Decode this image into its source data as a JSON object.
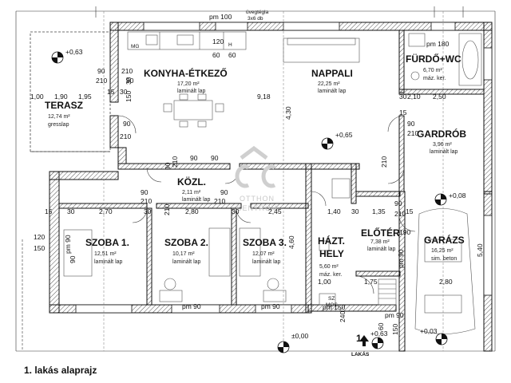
{
  "caption": "1. lakás alaprajz",
  "rooms": {
    "konyha": {
      "name": "KONYHA-ÉTKEZŐ",
      "area": "17,20 m²",
      "material": "laminált lap"
    },
    "nappali": {
      "name": "NAPPALI",
      "area": "22,25 m²",
      "material": "laminált lap"
    },
    "furdo": {
      "name": "FÜRDŐ+WC",
      "area": "6,70 m²",
      "material": "máz. ker."
    },
    "terasz": {
      "name": "TERASZ",
      "area": "12,74 m²",
      "material": "gresslap"
    },
    "gardrob": {
      "name": "GARDRÓB",
      "area": "3,96 m²",
      "material": "laminált lap"
    },
    "kozl": {
      "name": "KÖZL.",
      "area": "2,11 m²",
      "material": "laminált lap"
    },
    "szoba1": {
      "name": "SZOBA 1.",
      "area": "12,51 m²",
      "material": "laminált lap"
    },
    "szoba2": {
      "name": "SZOBA 2.",
      "area": "10,17 m²",
      "material": "laminált lap"
    },
    "szoba3": {
      "name": "SZOBA 3.",
      "area": "12,07 m²",
      "material": "laminált lap"
    },
    "haztHely": {
      "name1": "HÁZT.",
      "name2": "HELY",
      "area": "5,60 m²",
      "material": "máz. ker."
    },
    "eloter": {
      "name": "ELŐTÉR",
      "area": "7,38 m²",
      "material": "laminált lap"
    },
    "garazs": {
      "name": "GARÁZS",
      "area": "16,25 m²",
      "material": "sim. beton"
    }
  },
  "levels": {
    "plus063a": "+0,63",
    "plus065": "+0,65",
    "plus008": "+0,08",
    "zero": "±0,00",
    "plus063b": "+0,63",
    "plus003": "+0,03"
  },
  "entrance": {
    "line1": "1.",
    "line2": "LAKÁS"
  },
  "dims": {
    "top_pm100": "pm 100",
    "top_ivegteglaLabel": "üvegtégla",
    "top_ivegteglaCount": "3x6 db",
    "k120": "120",
    "k60a": "60",
    "k60b": "60",
    "pm180": "pm 180",
    "d90a": "90",
    "d210a": "210",
    "d90b": "90",
    "d210b": "210",
    "d15a": "15",
    "d30a": "30",
    "d15b": "15",
    "d30b": "30",
    "t100": "1,00",
    "t190": "1,90",
    "t195": "1,95",
    "t918": "9,18",
    "t210": "2,10",
    "t250": "2,50",
    "v430": "4,30",
    "v150": "150",
    "v30c": "30",
    "d90c": "90",
    "d210c": "210",
    "d90d": "90",
    "d210d": "210",
    "d90e": "90",
    "d210e": "210",
    "d90f": "90",
    "d210f": "210",
    "k90k": "90",
    "k90l": "90",
    "k90m": "90",
    "k210m": "210",
    "k210n": "210",
    "m15": "15",
    "m30": "30",
    "m270": "2,70",
    "m30b": "30",
    "m280": "2,80",
    "m30c": "30",
    "m245": "2,45",
    "m140": "1,40",
    "m135": "1,35",
    "m30d": "30",
    "m15b": "15",
    "v460": "4,60",
    "v540": "5,40",
    "v120": "120",
    "v150b": "150",
    "v190": "190",
    "l90": "90",
    "l210": "210",
    "l90b": "90",
    "l210b": "210",
    "b100": "1,00",
    "b175": "1,75",
    "b280": "2,80",
    "pm90a": "pm 90",
    "pm90b": "pm 90",
    "pm150": "pm 150",
    "pm90c": "pm 90",
    "pm90d": "pm 90",
    "pm90e": "pm 90",
    "b240": "240",
    "b60": "60",
    "b150": "150"
  },
  "watermark": {
    "line1": "OTTHON",
    "line2": "CENTRUM"
  },
  "symbols": {
    "mg": "MG",
    "h": "H",
    "sz": "SZ",
    "mos": "MOS"
  }
}
